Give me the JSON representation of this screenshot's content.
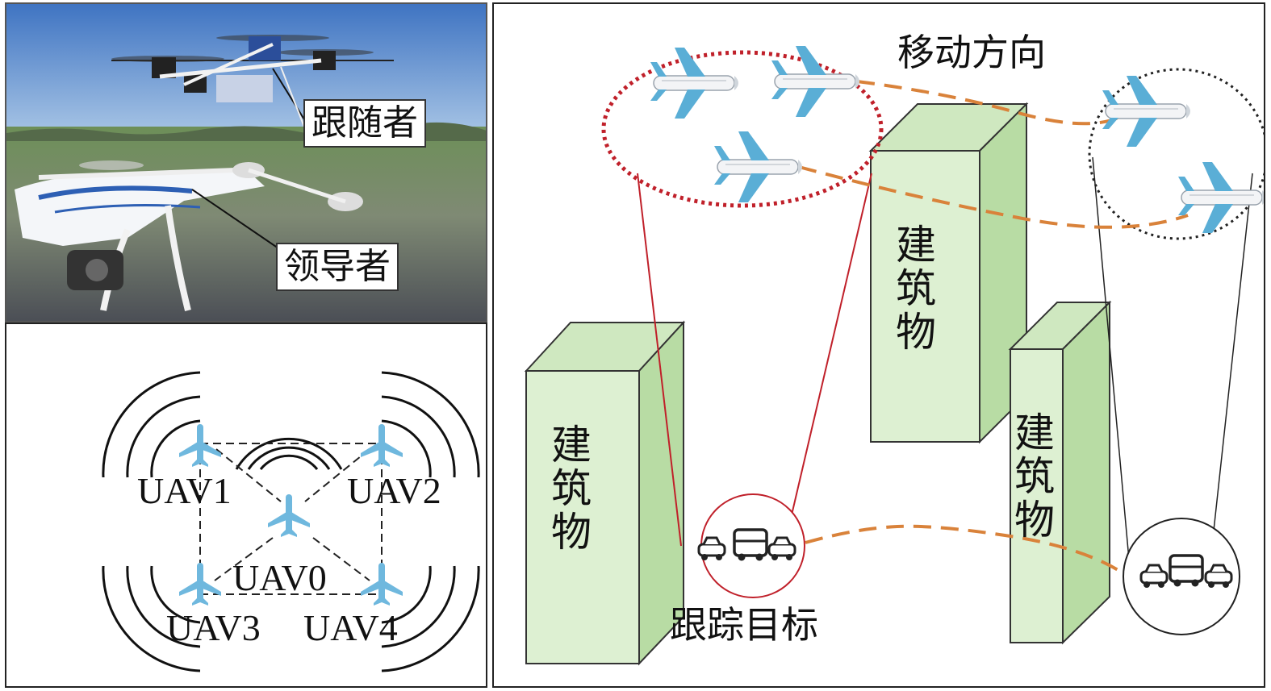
{
  "photo": {
    "follower_label": "跟随者",
    "leader_label": "领导者"
  },
  "formation": {
    "uavs": [
      {
        "id": "uav1",
        "label": "UAV1"
      },
      {
        "id": "uav2",
        "label": "UAV2"
      },
      {
        "id": "uav0",
        "label": "UAV0"
      },
      {
        "id": "uav3",
        "label": "UAV3"
      },
      {
        "id": "uav4",
        "label": "UAV4"
      }
    ]
  },
  "scene": {
    "movement_label": "移动方向",
    "target_label": "跟踪目标",
    "building_label": "建筑物"
  },
  "colors": {
    "sky_top": "#4a7fc8",
    "grass": "#6b8f55",
    "building_face": "#dcefd2",
    "building_side": "#bfe0ad",
    "red_ellipse": "#c0202a",
    "dash_orange": "#d9823a",
    "plane_blue": "#5aaed6",
    "uav_blue": "#6fb8de"
  },
  "icons": [
    "drone-icon",
    "airplane-icon",
    "car-icon",
    "truck-icon",
    "signal-arc-icon"
  ]
}
